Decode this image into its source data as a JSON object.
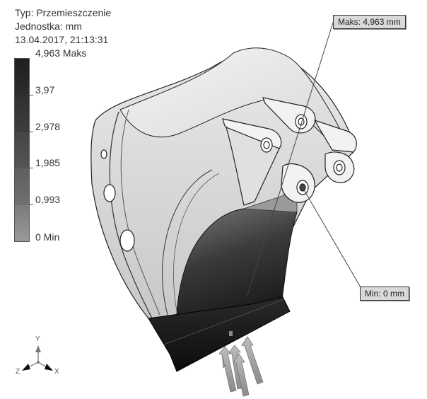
{
  "header": {
    "type_line": "Typ: Przemieszczenie",
    "unit_line": "Jednostka: mm",
    "date_line": "13.04.2017, 21:13:31"
  },
  "legend": {
    "labels": [
      "4,963 Maks",
      "3,97",
      "2,978",
      "1,985",
      "0,993",
      "0 Min"
    ]
  },
  "callouts": {
    "max": "Maks: 4,963 mm",
    "min": "Min: 0 mm"
  },
  "triad": {
    "x": "X",
    "y": "Y",
    "z": "Z"
  }
}
